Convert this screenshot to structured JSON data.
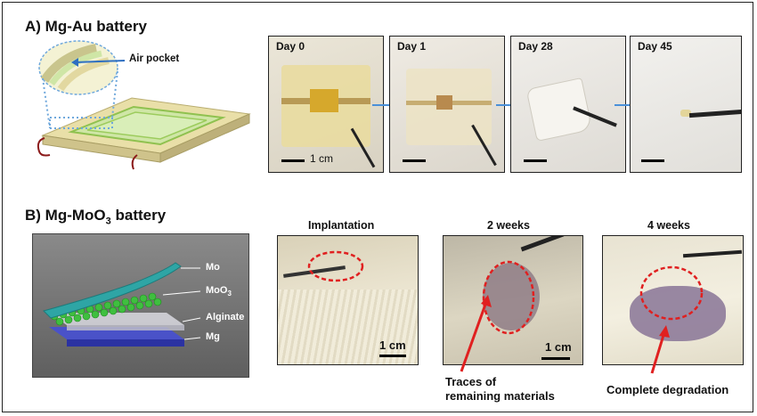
{
  "sectionA": {
    "title": "A)  Mg-Au battery",
    "air_pocket_label": "Air pocket",
    "photos": [
      {
        "label": "Day 0",
        "scale_label": "1 cm"
      },
      {
        "label": "Day 1"
      },
      {
        "label": "Day 28"
      },
      {
        "label": "Day 45"
      }
    ]
  },
  "sectionB": {
    "title_prefix": "B)  Mg-MoO",
    "title_sub": "3",
    "title_suffix": " battery",
    "layers": {
      "mo": "Mo",
      "moo3_prefix": "MoO",
      "moo3_sub": "3",
      "alginate": "Alginate",
      "mg": "Mg"
    },
    "photos": [
      {
        "label": "Implantation",
        "scale_label": "1 cm"
      },
      {
        "label": "2 weeks",
        "scale_label": "1 cm"
      },
      {
        "label": "4 weeks"
      }
    ],
    "callouts": {
      "traces_line1": "Traces of",
      "traces_line2": "remaining materials",
      "complete": "Complete degradation"
    }
  },
  "colors": {
    "arrow": "#4a90d9",
    "dashed_red": "#e02020",
    "callout_arrow": "#e02020"
  }
}
